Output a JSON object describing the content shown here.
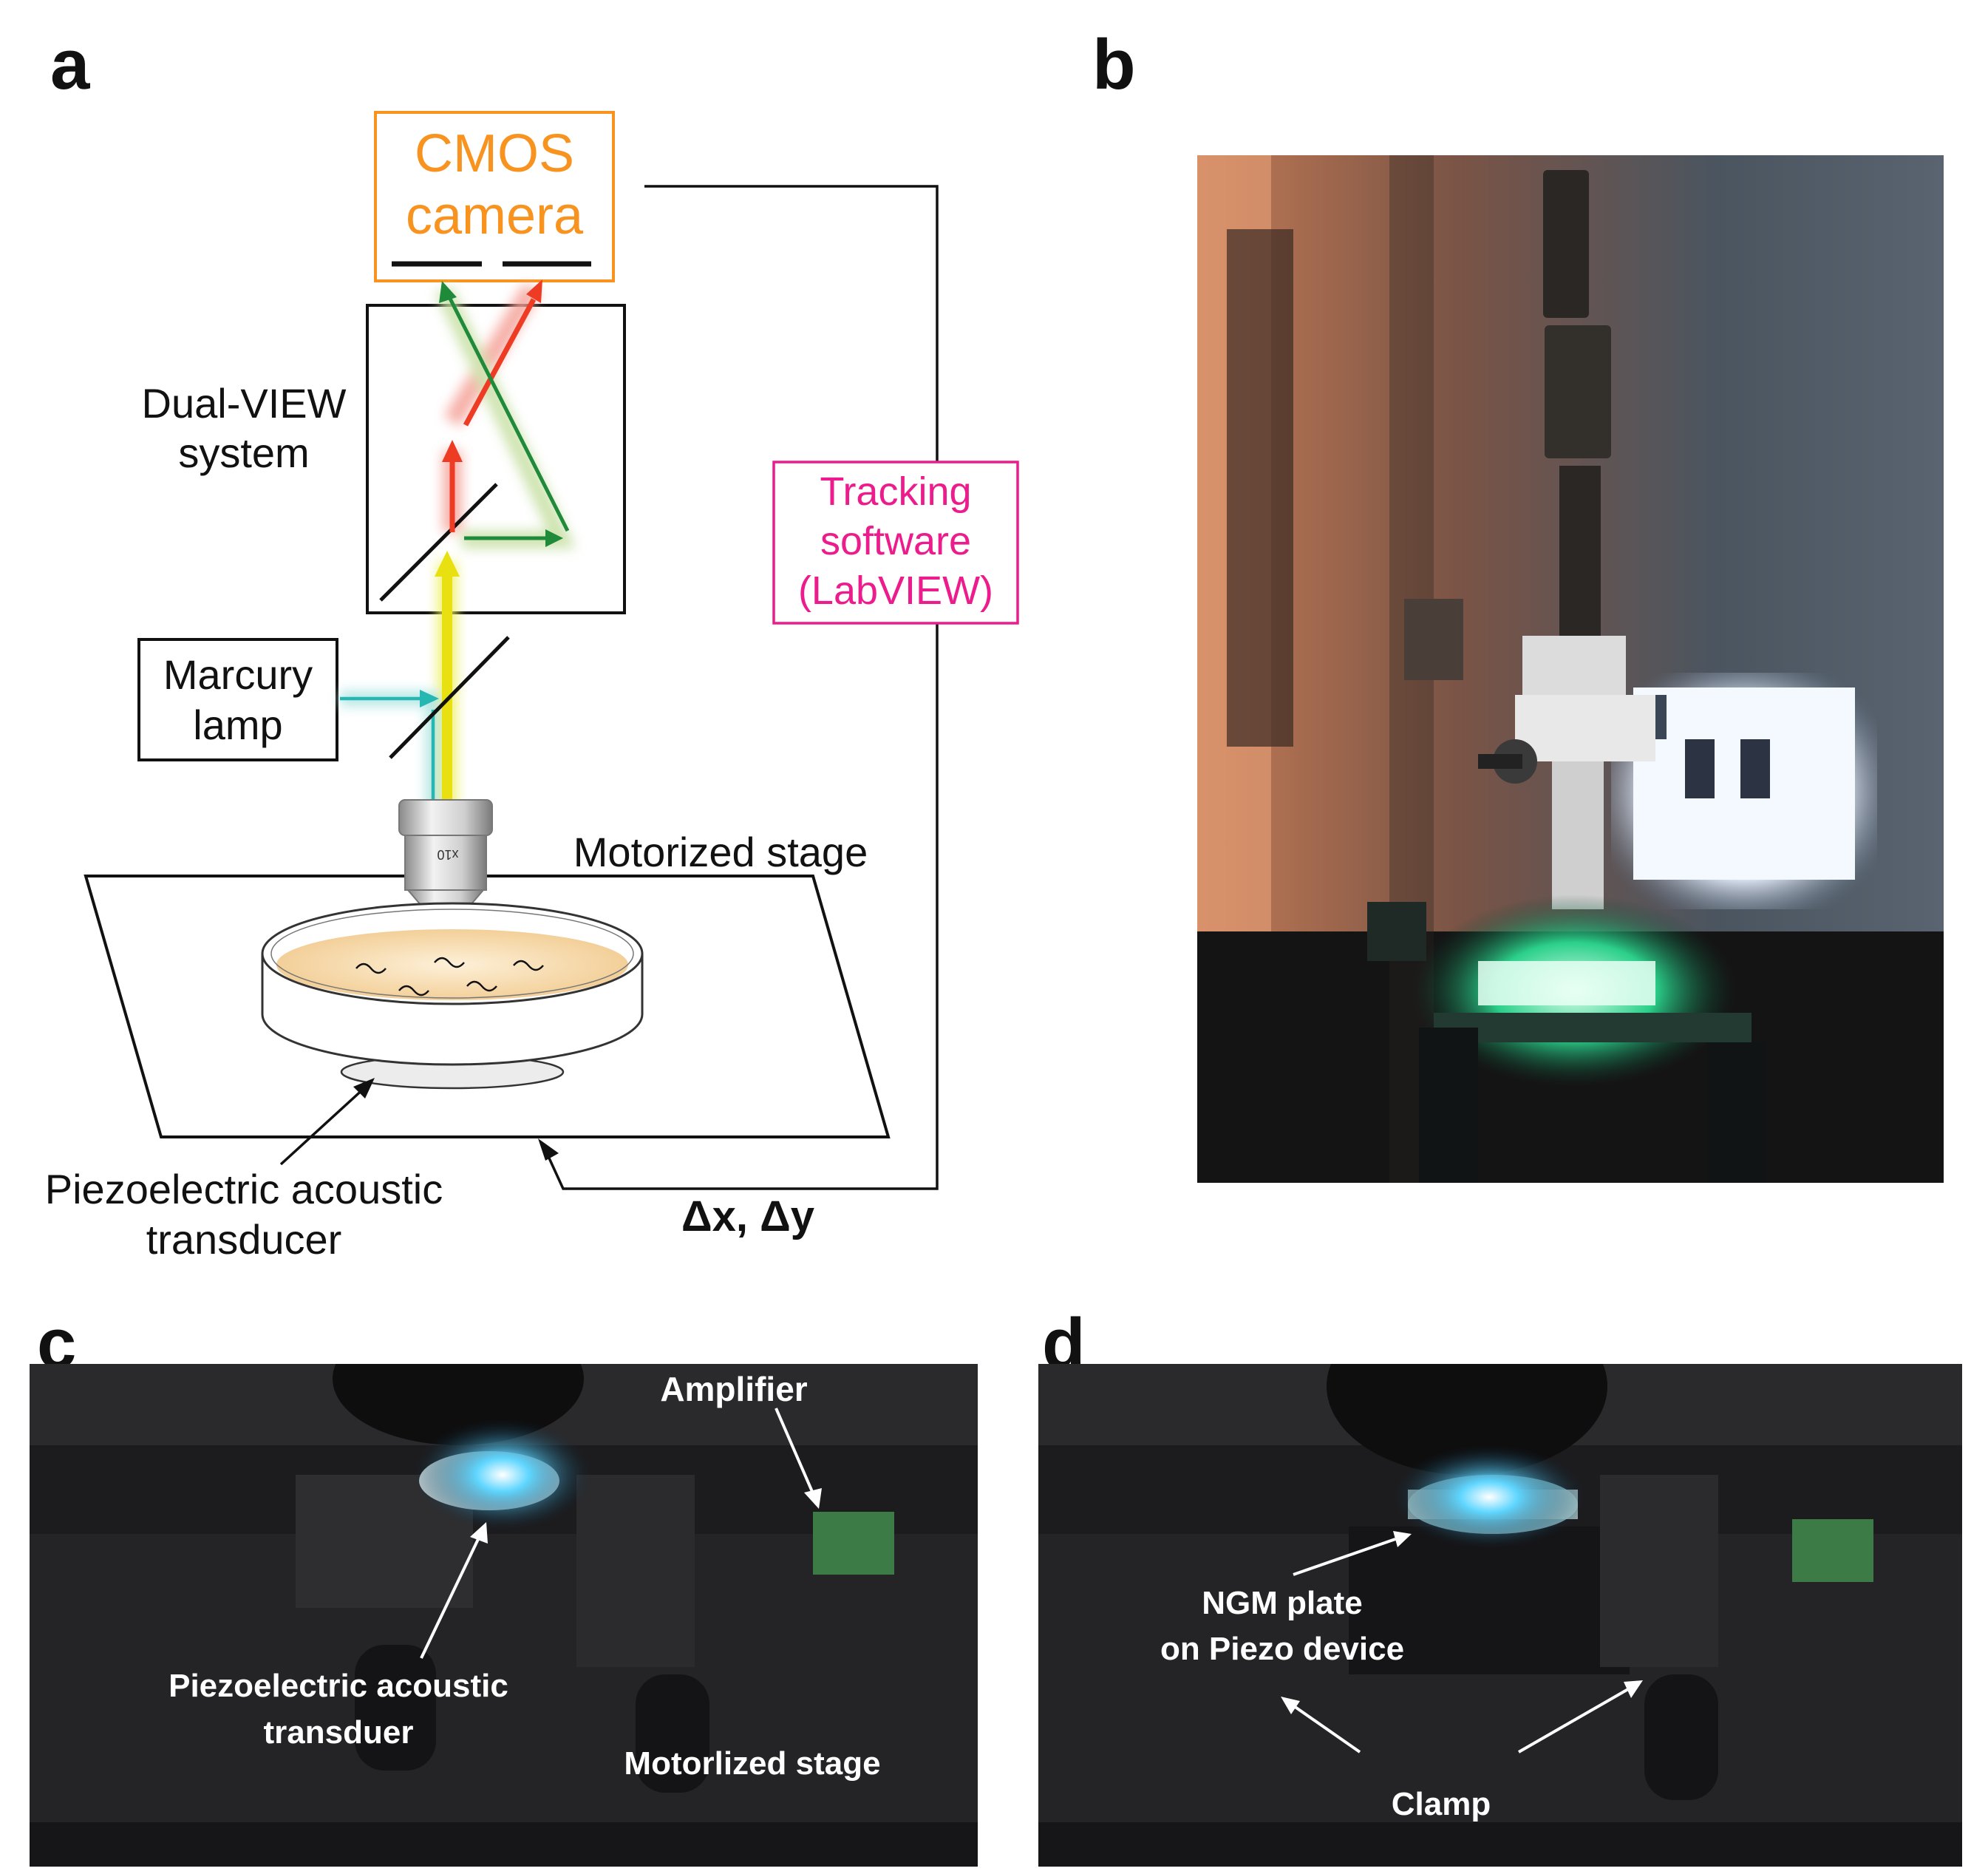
{
  "panels": {
    "a": "a",
    "b": "b",
    "c": "c",
    "d": "d"
  },
  "diagram": {
    "camera_line1": "CMOS",
    "camera_line2": "camera",
    "dualview_line1": "Dual-VIEW",
    "dualview_line2": "system",
    "tracking_line1": "Tracking",
    "tracking_line2": "software",
    "tracking_line3": "(LabVIEW)",
    "lamp_line1": "Marcury",
    "lamp_line2": "lamp",
    "stage_label": "Motorized stage",
    "transducer_line1": "Piezoelectric acoustic",
    "transducer_line2": "transducer",
    "delta_label": "Δx, Δy",
    "objective_mark": "x10"
  },
  "photo_c": {
    "amplifier": "Amplifier",
    "transducer_line1": "Piezoelectric acoustic",
    "transducer_line2": "transduer",
    "stage": "Motorlized stage"
  },
  "photo_d": {
    "ngm_line1": "NGM plate",
    "ngm_line2": "on Piezo device",
    "clamp": "Clamp"
  },
  "colors": {
    "camera": "#f7931e",
    "tracking": "#ec1c8c",
    "red_beam": "#ee3b24",
    "green_beam": "#1e8a3a",
    "yellow_beam": "#e8e010",
    "cyan_beam": "#27b7b2"
  }
}
